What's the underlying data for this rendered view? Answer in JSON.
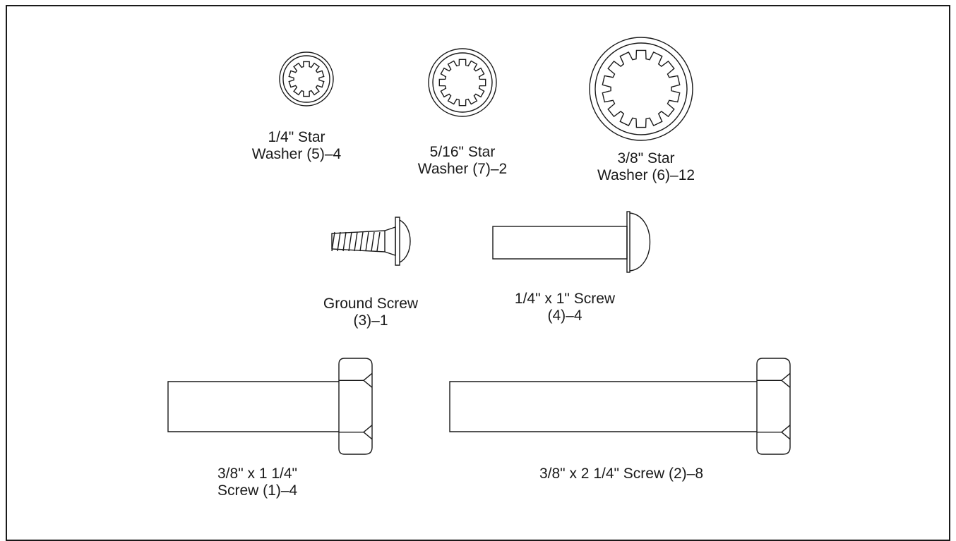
{
  "colors": {
    "ink": "#1a1a1a",
    "paper": "#ffffff"
  },
  "parts": [
    {
      "id": "star-1-4",
      "kind": "star-washer",
      "line1": "1/4\" Star",
      "line2": "Washer (5)–4"
    },
    {
      "id": "star-5-16",
      "kind": "star-washer",
      "line1": "5/16\" Star",
      "line2": "Washer (7)–2"
    },
    {
      "id": "star-3-8",
      "kind": "star-washer",
      "line1": "3/8\" Star",
      "line2": "Washer (6)–12"
    },
    {
      "id": "ground",
      "kind": "ground-screw",
      "line1": "Ground Screw",
      "line2": "(3)–1"
    },
    {
      "id": "btn-1-4",
      "kind": "button-screw",
      "line1": "1/4\" x 1\" Screw",
      "line2": "(4)–4"
    },
    {
      "id": "hex-short",
      "kind": "hex-bolt",
      "line1": "3/8\" x 1 1/4\"",
      "line2": "Screw (1)–4"
    },
    {
      "id": "hex-long",
      "kind": "hex-bolt",
      "line1": "3/8\" x 2 1/4\" Screw (2)–8",
      "line2": ""
    }
  ]
}
